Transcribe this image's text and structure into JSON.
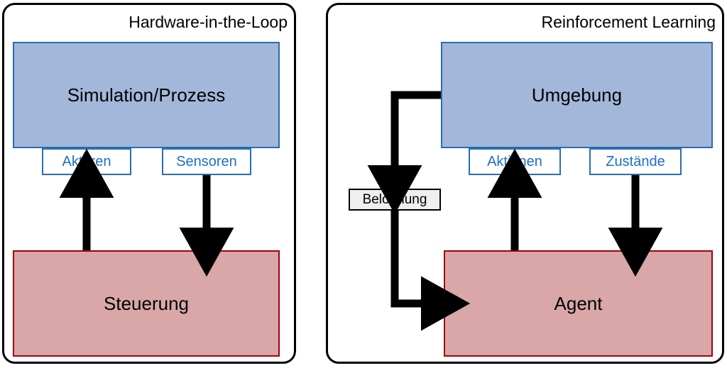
{
  "diagram": {
    "title": "Hardware-in-the-Loop vs Reinforcement Learning",
    "type": "block-diagram",
    "language": "de",
    "colors": {
      "blue_fill": "#a3b7da",
      "blue_border": "#2a6db0",
      "red_fill": "#d9a7a8",
      "red_border": "#a00014",
      "gray_fill": "#efefef",
      "tag_text": "#1f6fc4",
      "panel_border": "#000000",
      "arrow": "#000000"
    }
  },
  "panels": [
    {
      "id": "hardware-in-the-loop",
      "title": "Hardware-in-the-Loop",
      "blocks": [
        {
          "id": "simulation",
          "label": "Simulation/Prozess",
          "style": "blue"
        },
        {
          "id": "steuerung",
          "label": "Steuerung",
          "style": "red"
        }
      ],
      "tags": [
        {
          "id": "aktoren",
          "label": "Aktoren",
          "style": "blue-outline"
        },
        {
          "id": "sensoren",
          "label": "Sensoren",
          "style": "blue-outline"
        }
      ],
      "connections": [
        {
          "from": "steuerung",
          "to": "simulation",
          "via": "aktoren",
          "direction": "up"
        },
        {
          "from": "simulation",
          "to": "steuerung",
          "via": "sensoren",
          "direction": "down"
        }
      ]
    },
    {
      "id": "reinforcement-learning",
      "title": "Reinforcement Learning",
      "blocks": [
        {
          "id": "umgebung",
          "label": "Umgebung",
          "style": "blue"
        },
        {
          "id": "agent",
          "label": "Agent",
          "style": "red"
        }
      ],
      "tags": [
        {
          "id": "aktionen",
          "label": "Aktionen",
          "style": "blue-outline"
        },
        {
          "id": "zustaende",
          "label": "Zustände",
          "style": "blue-outline"
        },
        {
          "id": "belohnung",
          "label": "Belohnung",
          "style": "gray-outline"
        }
      ],
      "connections": [
        {
          "from": "agent",
          "to": "umgebung",
          "via": "aktionen",
          "direction": "up"
        },
        {
          "from": "umgebung",
          "to": "agent",
          "via": "zustaende",
          "direction": "down"
        },
        {
          "from": "umgebung",
          "to": "belohnung",
          "direction": "down-left"
        },
        {
          "from": "belohnung",
          "to": "agent",
          "direction": "down-right"
        }
      ]
    }
  ]
}
